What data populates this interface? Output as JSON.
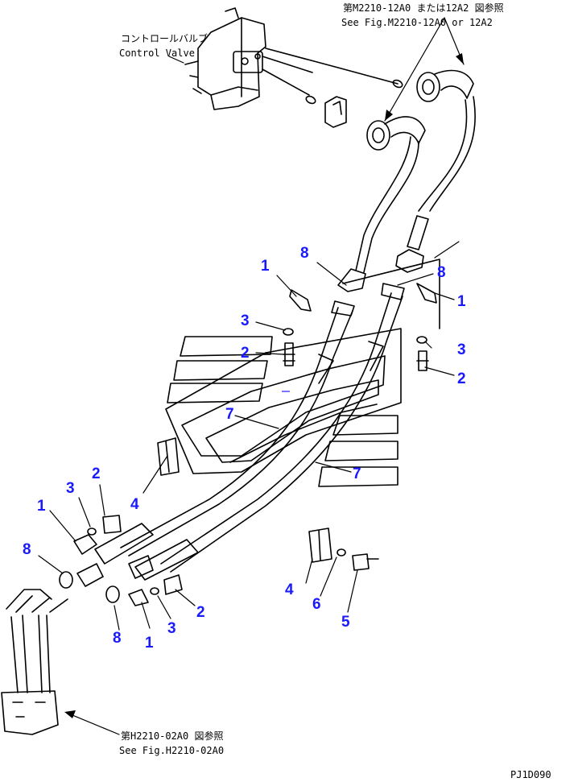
{
  "colors": {
    "line": "#000000",
    "callout": "#1a1aff",
    "background": "#ffffff"
  },
  "references": {
    "top_ref_jp": "第M2210-12A0 または12A2 図参照",
    "top_ref_en": "See Fig.M2210-12A0 or 12A2",
    "bottom_ref_jp": "第H2210-02A0 図参照",
    "bottom_ref_en": "See Fig.H2210-02A0"
  },
  "component_labels": {
    "control_valve_jp": "コントロールバルブ",
    "control_valve_en": "Control Valve"
  },
  "drawing_code": "PJ1D090",
  "callouts": [
    {
      "id": "c1",
      "text": "1"
    },
    {
      "id": "c2",
      "text": "8"
    },
    {
      "id": "c3",
      "text": "8"
    },
    {
      "id": "c4",
      "text": "1"
    },
    {
      "id": "c5",
      "text": "3"
    },
    {
      "id": "c6",
      "text": "3"
    },
    {
      "id": "c7",
      "text": "2"
    },
    {
      "id": "c8",
      "text": "2"
    },
    {
      "id": "c9",
      "text": "7"
    },
    {
      "id": "c10",
      "text": "7"
    },
    {
      "id": "c11",
      "text": "4"
    },
    {
      "id": "c12",
      "text": "2"
    },
    {
      "id": "c13",
      "text": "3"
    },
    {
      "id": "c14",
      "text": "1"
    },
    {
      "id": "c15",
      "text": "8"
    },
    {
      "id": "c16",
      "text": "4"
    },
    {
      "id": "c17",
      "text": "6"
    },
    {
      "id": "c18",
      "text": "5"
    },
    {
      "id": "c19",
      "text": "2"
    },
    {
      "id": "c20",
      "text": "3"
    },
    {
      "id": "c21",
      "text": "8"
    },
    {
      "id": "c22",
      "text": "1"
    }
  ]
}
